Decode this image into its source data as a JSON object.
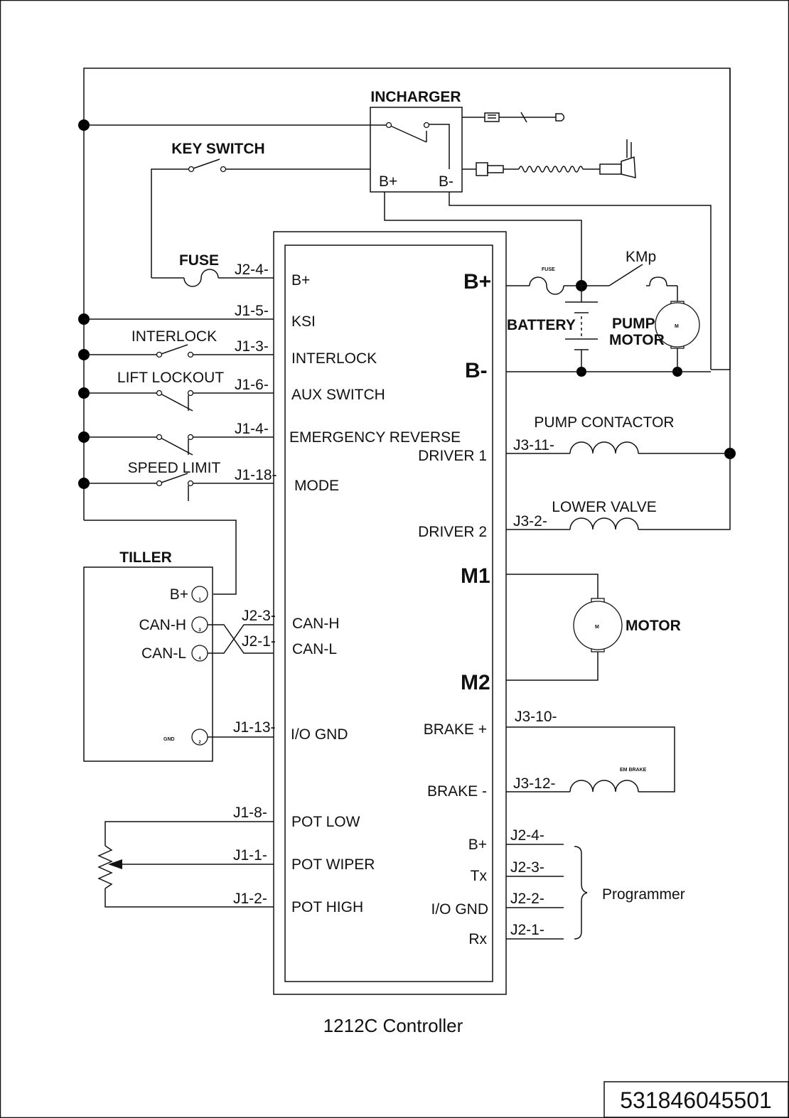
{
  "controller": {
    "title": "1212C  Controller",
    "pins_left": {
      "b_plus": "B+",
      "ksi": "KSI",
      "interlock": "INTERLOCK",
      "aux_switch": "AUX SWITCH",
      "emergency_reverse": "EMERGENCY REVERSE",
      "mode": "MODE",
      "can_h": "CAN-H",
      "can_l": "CAN-L",
      "io_gnd": "I/O GND",
      "pot_low": "POT LOW",
      "pot_wiper": "POT WIPER",
      "pot_high": "POT HIGH"
    },
    "pins_right": {
      "b_plus": "B+",
      "b_minus": "B-",
      "driver1": "DRIVER 1",
      "driver2": "DRIVER 2",
      "m1": "M1",
      "m2": "M2",
      "brake_plus": "BRAKE +",
      "brake_minus": "BRAKE -",
      "prog_b_plus": "B+",
      "tx": "Tx",
      "io_gnd": "I/O GND",
      "rx": "Rx"
    }
  },
  "connectors": {
    "fuse": "J2-4-",
    "ksi": "J1-5-",
    "interlock": "J1-3-",
    "lift_lockout": "J1-6-",
    "emergency_reverse": "J1-4-",
    "speed_limit": "J1-18-",
    "can_h": "J2-3-",
    "can_l": "J2-1-",
    "io_gnd": "J1-13-",
    "pot_low": "J1-8-",
    "pot_wiper": "J1-1-",
    "pot_high": "J1-2-",
    "driver1": "J3-11-",
    "driver2": "J3-2-",
    "brake_plus": "J3-10-",
    "brake_minus": "J3-12-",
    "prog_b_plus": "J2-4-",
    "prog_tx": "J2-3-",
    "prog_io_gnd": "J2-2-",
    "prog_rx": "J2-1-"
  },
  "components": {
    "incharger": "INCHARGER",
    "incharger_b_plus": "B+",
    "incharger_b_minus": "B-",
    "key_switch": "KEY SWITCH",
    "fuse": "FUSE",
    "interlock": "INTERLOCK",
    "lift_lockout": "LIFT LOCKOUT",
    "speed_limit": "SPEED LIMIT",
    "tiller": "TILLER",
    "tiller_b_plus": "B+",
    "tiller_can_h": "CAN-H",
    "tiller_can_l": "CAN-L",
    "tiller_gnd": "GND",
    "tiller_pins": [
      "1",
      "3",
      "4",
      "2"
    ],
    "power_fuse": "FUSE",
    "kmp": "KMp",
    "battery": "BATTERY",
    "pump_motor_1": "PUMP",
    "pump_motor_2": "MOTOR",
    "motor_symbol": "M",
    "pump_contactor": "PUMP CONTACTOR",
    "lower_valve": "LOWER VALVE",
    "motor": "MOTOR",
    "em_brake": "EM BRAKE",
    "programmer": "Programmer"
  },
  "part_number": "531846045501"
}
